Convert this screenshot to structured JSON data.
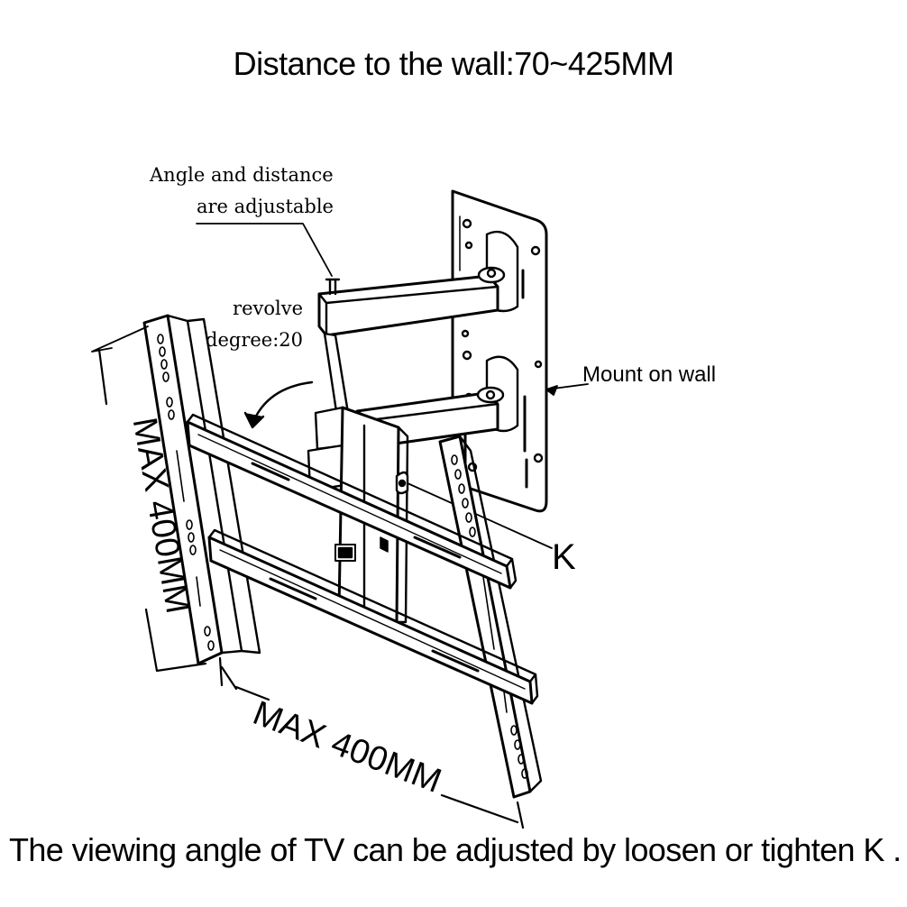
{
  "title": "Distance to the wall:70~425MM",
  "notes": {
    "adjustable_line1": "Angle and distance",
    "adjustable_line2": "are adjustable",
    "revolve_line1": "revolve",
    "revolve_line2": "degree:20"
  },
  "labels": {
    "mount_on_wall": "Mount on wall",
    "k": "K",
    "max_vertical": "MAX 400MM",
    "max_horizontal": "MAX 400MM"
  },
  "footer": "The viewing angle of TV can be adjusted by loosen or tighten K ."
}
